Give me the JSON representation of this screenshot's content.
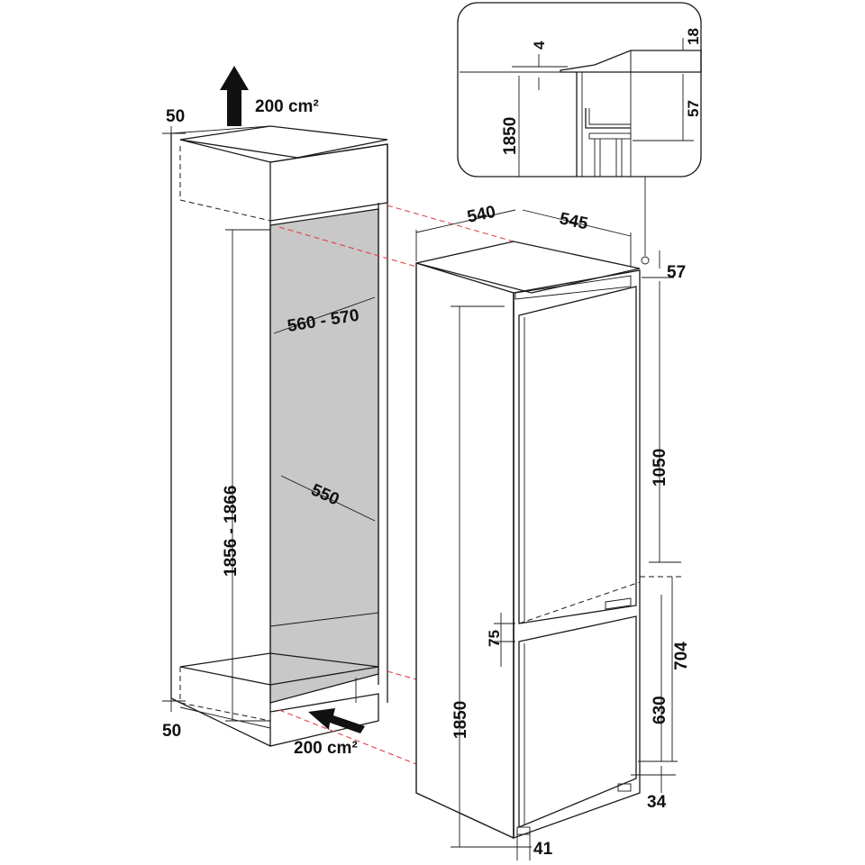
{
  "labels": {
    "vent_top": "200 cm²",
    "vent_bottom": "200 cm²",
    "gap_top": "50",
    "gap_bottom": "50",
    "niche_height": "1856 - 1866",
    "niche_width": "560 - 570",
    "niche_depth": "550",
    "appliance_depth": "540",
    "appliance_width": "545",
    "appliance_top_offset": "57",
    "upper_door": "1050",
    "appliance_height": "1850",
    "door_gap": "75",
    "lower_door_704": "704",
    "lower_door_630": "630",
    "plinth_right": "34",
    "plinth_bottom": "41",
    "detail_top": "18",
    "detail_gap": "4",
    "detail_57": "57",
    "detail_1850": "1850"
  },
  "colors": {
    "line": "#1a1a1a",
    "niche_fill": "#c8c8c8",
    "guide_dash": "#e0404a"
  }
}
